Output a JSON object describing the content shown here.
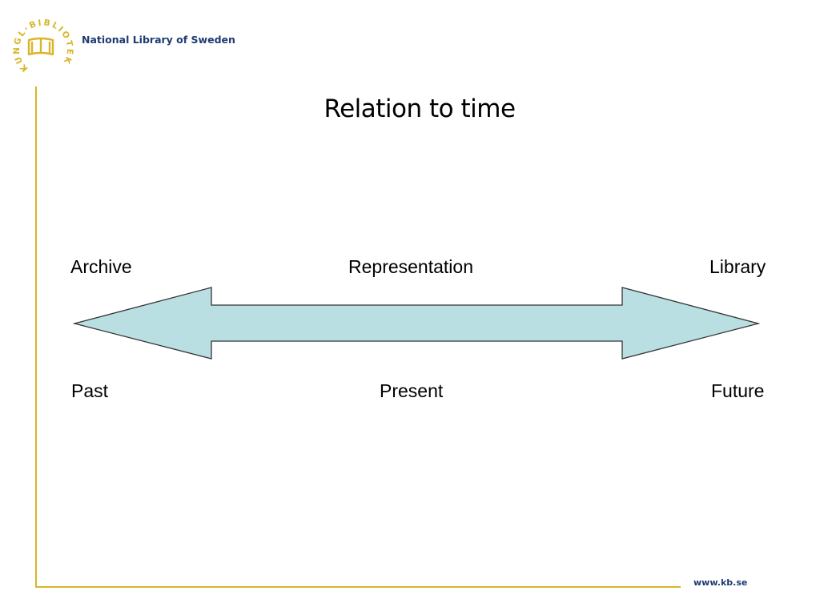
{
  "header": {
    "seal_text": "KUNGL·BIBLIOTEKET·",
    "org_name": "National Library of Sweden"
  },
  "slide": {
    "title": "Relation to time"
  },
  "diagram": {
    "top_labels": [
      "Archive",
      "Representation",
      "Library"
    ],
    "bottom_labels": [
      "Past",
      "Present",
      "Future"
    ]
  },
  "footer": {
    "url": "www.kb.se"
  },
  "colors": {
    "accent_gold": "#d9b628",
    "brand_navy": "#1f3a72",
    "arrow_fill": "#b9dfe3",
    "arrow_stroke": "#333333"
  }
}
